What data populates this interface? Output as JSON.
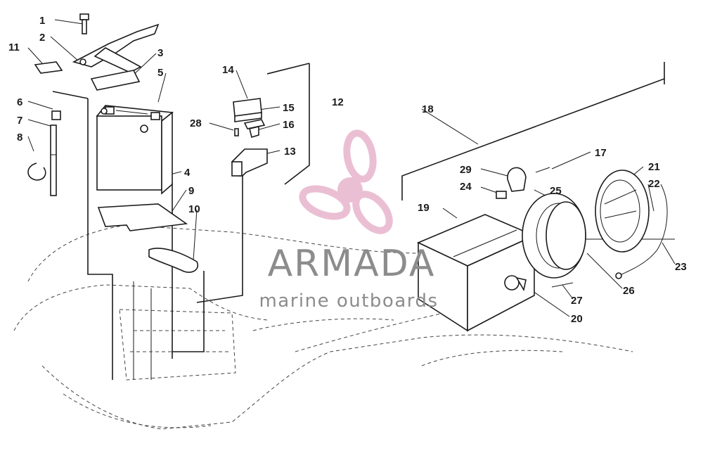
{
  "callouts": [
    "1",
    "2",
    "3",
    "4",
    "5",
    "6",
    "7",
    "8",
    "9",
    "10",
    "11",
    "12",
    "13",
    "14",
    "15",
    "16",
    "17",
    "18",
    "19",
    "20",
    "21",
    "22",
    "23",
    "24",
    "25",
    "26",
    "27",
    "28",
    "29"
  ],
  "watermark": {
    "name": "ARMADA",
    "tagline": "marine outboards",
    "logo_color": "#e8b4cc",
    "text_color": "#8c8c8c"
  }
}
